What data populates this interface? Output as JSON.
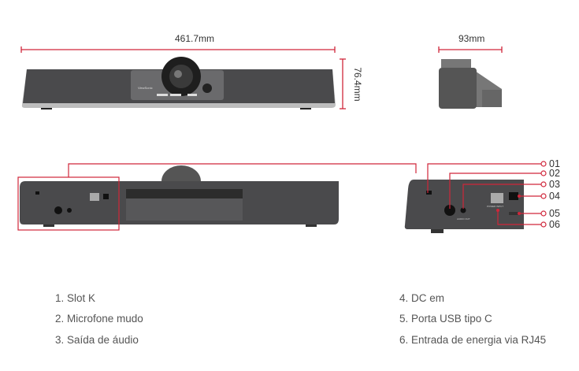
{
  "dimensions": {
    "width": "461.7mm",
    "height": "76.4mm",
    "depth": "93mm"
  },
  "device": {
    "brand": "ViewSonic",
    "power_input_label": "POWER INPUT",
    "audio_out_label": "AUDIO OUT"
  },
  "callouts": [
    "01",
    "02",
    "03",
    "04",
    "05",
    "06"
  ],
  "legend": [
    "1. Slot K",
    "2. Microfone mudo",
    "3. Saída de áudio",
    "4. DC em",
    "5. Porta USB tipo C",
    "6. Entrada de energia via RJ45"
  ],
  "colors": {
    "accent": "#d0263a",
    "body": "#4a4a4c"
  }
}
